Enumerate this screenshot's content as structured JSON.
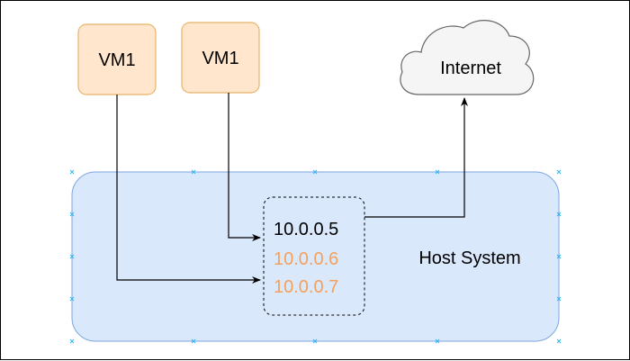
{
  "diagram": {
    "vm_left": {
      "label": "VM1"
    },
    "vm_right": {
      "label": "VM1"
    },
    "cloud": {
      "label": "Internet"
    },
    "host": {
      "label": "Host System"
    },
    "ip_box": {
      "addresses": [
        {
          "text": "10.0.0.5",
          "color": "#000000"
        },
        {
          "text": "10.0.0.6",
          "color": "#f5a05a"
        },
        {
          "text": "10.0.0.7",
          "color": "#f5a05a"
        }
      ]
    },
    "colors": {
      "vm_fill": "#ffe6cc",
      "vm_stroke": "#e8b46a",
      "host_fill": "#dae8fc",
      "host_stroke": "#7ea6e0",
      "cloud_fill": "#f5f5f5",
      "cloud_stroke": "#666666",
      "edge": "#000000",
      "handle": "#29b6f2"
    }
  }
}
